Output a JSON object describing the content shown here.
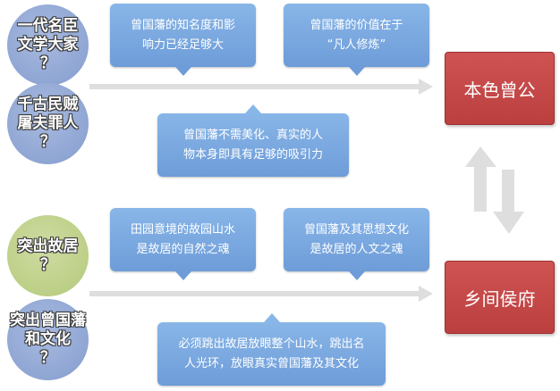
{
  "circles": {
    "c1": "一代名臣\n文学大家\n？",
    "c2": "千古民贼\n屠夫罪人\n？",
    "c3": "突出故居\n？",
    "c4": "突出曾国藩\n和文化\n？"
  },
  "callouts": {
    "t1": "曾国藩的知名度和影\n响力已经足够大",
    "t2": "曾国藩的价值在于\n“凡人修炼”",
    "t3": "曾国藩不需美化、真实的人\n物本身即具有足够的吸引力",
    "t4": "田园意境的故园山水\n是故居的自然之魂",
    "t5": "曾国藩及其思想文化\n是故居的人文之魂",
    "t6": "必须跳出故居放眼整个山水，跳出名\n人光环，放眼真实曾国藩及其文化"
  },
  "boxes": {
    "top": "本色曾公",
    "bottom": "乡间侯府"
  },
  "colors": {
    "circle_blue": "#8fa5d3",
    "circle_green": "#bccf86",
    "callout_blue": "#7ba9e0",
    "red_box": "#c44848",
    "arrow_gray": "#dedede"
  }
}
